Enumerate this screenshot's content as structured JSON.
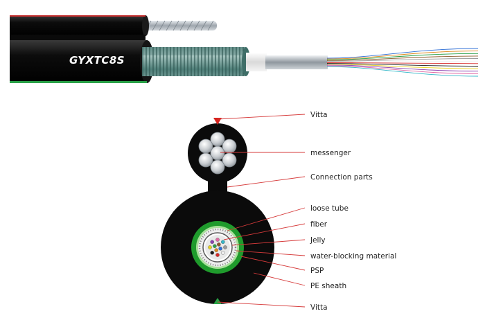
{
  "model": "GYXTC8S",
  "colors": {
    "sheath": "#0b0b0b",
    "steel": "#b9c0c6",
    "armor": "#5c8d87",
    "tube_white": "#f2f2f2",
    "psp_green": "#1f9b2c",
    "vitta_red": "#d6231e",
    "vitta_green": "#28a345",
    "leader": "#d63a3a"
  },
  "fiber_colors": [
    "#2f6fd6",
    "#e08a1e",
    "#2aa148",
    "#8b5a2b",
    "#9a9a9a",
    "#f0f0f0",
    "#d62828",
    "#1a1a1a",
    "#e8d21e",
    "#8a3fb0",
    "#e06aa5",
    "#32b7c8"
  ],
  "callouts": [
    {
      "id": "vitta-top",
      "label": "Vitta"
    },
    {
      "id": "messenger",
      "label": "messenger"
    },
    {
      "id": "connection-parts",
      "label": "Connection parts"
    },
    {
      "id": "loose-tube",
      "label": "loose tube"
    },
    {
      "id": "fiber",
      "label": "fiber"
    },
    {
      "id": "jelly",
      "label": "Jelly"
    },
    {
      "id": "water-blocking",
      "label": "water-blocking material"
    },
    {
      "id": "psp",
      "label": "PSP"
    },
    {
      "id": "pe-sheath",
      "label": "PE sheath"
    },
    {
      "id": "vitta-bottom",
      "label": "Vitta"
    }
  ]
}
